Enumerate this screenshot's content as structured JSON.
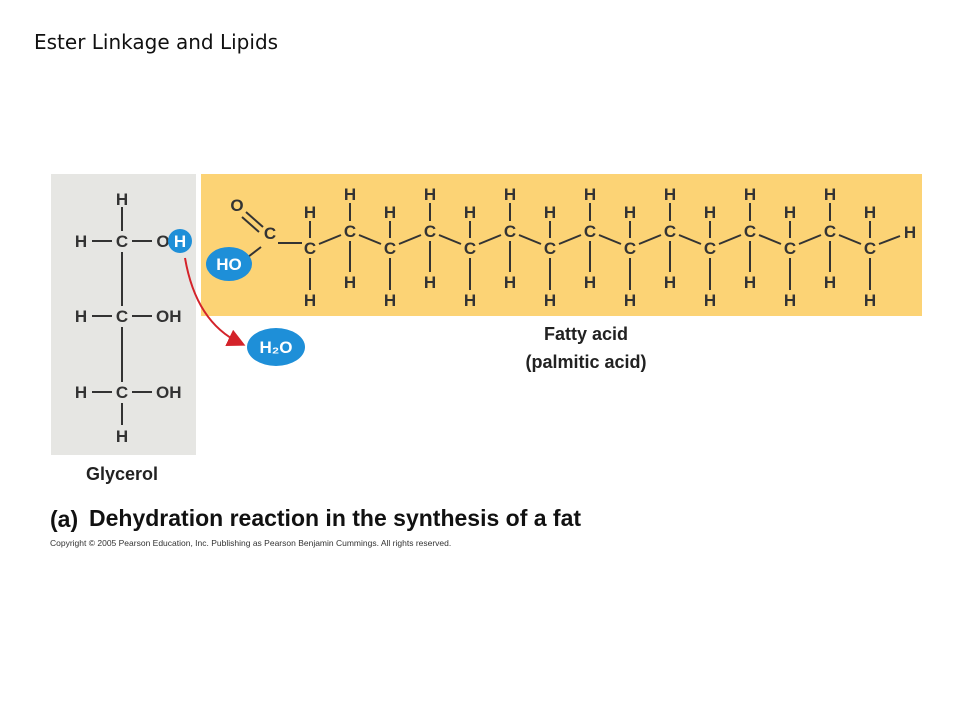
{
  "slide": {
    "title": "Ester Linkage and Lipids"
  },
  "glycerol": {
    "label": "Glycerol",
    "top_h": "H",
    "bottom_h": "H",
    "rows": [
      {
        "left": "H",
        "center": "C",
        "right_o": "O",
        "right_h": "H"
      },
      {
        "left": "H",
        "center": "C",
        "right": "OH"
      },
      {
        "left": "H",
        "center": "C",
        "right": "OH"
      }
    ]
  },
  "fatty_acid": {
    "label_line1": "Fatty acid",
    "label_line2": "(palmitic acid)",
    "carbonyl_o": "O",
    "carboxyl_c": "C",
    "hydroxyl": "HO",
    "terminal_h": "H",
    "chain_carbon": "C",
    "chain_hydrogen": "H"
  },
  "water": {
    "symbol": "H₂O"
  },
  "caption": {
    "part": "(a)",
    "text": "Dehydration reaction in the synthesis of a fat"
  },
  "copyright": "Copyright © 2005 Pearson Education, Inc. Publishing as Pearson Benjamin Cummings. All rights reserved.",
  "colors": {
    "glycerol_panel": "#e6e6e3",
    "fatty_acid_panel": "#fcd375",
    "highlight_blue": "#1e8fd8",
    "arrow_red": "#d4232a"
  }
}
